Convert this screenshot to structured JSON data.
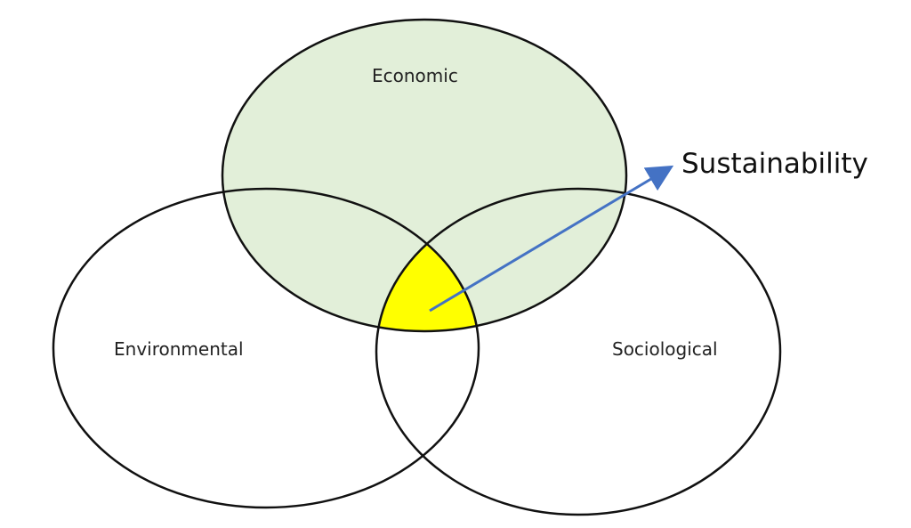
{
  "diagram": {
    "circles": [
      {
        "label": "Economic",
        "fill": "#e2efd9"
      },
      {
        "label": "Environmental",
        "fill": "#ffffff"
      },
      {
        "label": "Sociological",
        "fill": "#ffffff"
      }
    ],
    "intersection": {
      "label": "Sustainability",
      "fill": "#ffff00"
    },
    "arrow_color": "#4472c4"
  }
}
